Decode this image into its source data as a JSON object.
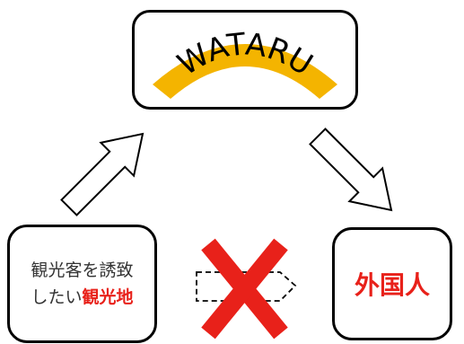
{
  "logo": {
    "text": "WATARU",
    "band_color": "#f4b400",
    "text_color": "#000000"
  },
  "left_box": {
    "line1": "観光客を誘致",
    "line2_prefix": "したい",
    "line2_highlight": "観光地"
  },
  "right_box": {
    "label": "外国人"
  },
  "colors": {
    "highlight": "#e8211a",
    "cross": "#e8211a",
    "outline": "#000000"
  },
  "icons": [
    "up-right-arrow-icon",
    "down-right-arrow-icon",
    "dashed-arrow-icon",
    "cross-icon"
  ]
}
